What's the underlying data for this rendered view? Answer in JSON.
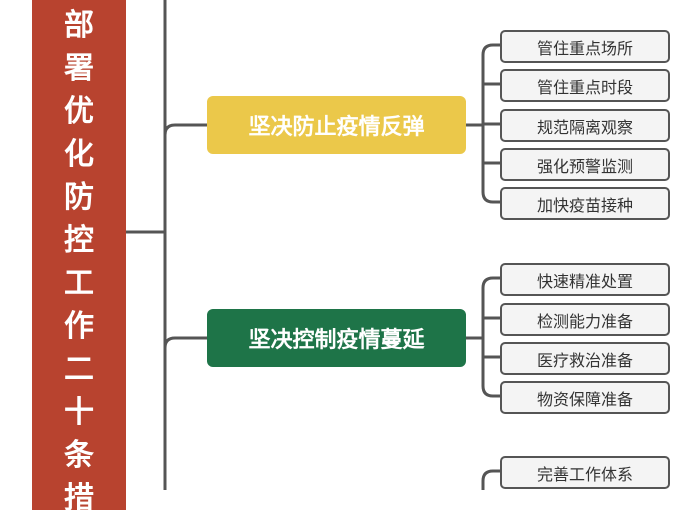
{
  "colors": {
    "root": "#b8432f",
    "branch1": "#ebc84a",
    "branch2": "#1e7448",
    "line": "#555555"
  },
  "root": {
    "title_chars": [
      "部",
      "署",
      "优",
      "化",
      "防",
      "控",
      "工",
      "作",
      "二",
      "十",
      "条",
      "措"
    ]
  },
  "branches": [
    {
      "label": "坚决防止疫情反弹",
      "leaves": [
        "管住重点场所",
        "管住重点时段",
        "规范隔离观察",
        "强化预警监测",
        "加快疫苗接种"
      ]
    },
    {
      "label": "坚决控制疫情蔓延",
      "leaves": [
        "快速精准处置",
        "检测能力准备",
        "医疗救治准备",
        "物资保障准备"
      ]
    },
    {
      "label": "",
      "leaves": [
        "完善工作体系"
      ]
    }
  ]
}
